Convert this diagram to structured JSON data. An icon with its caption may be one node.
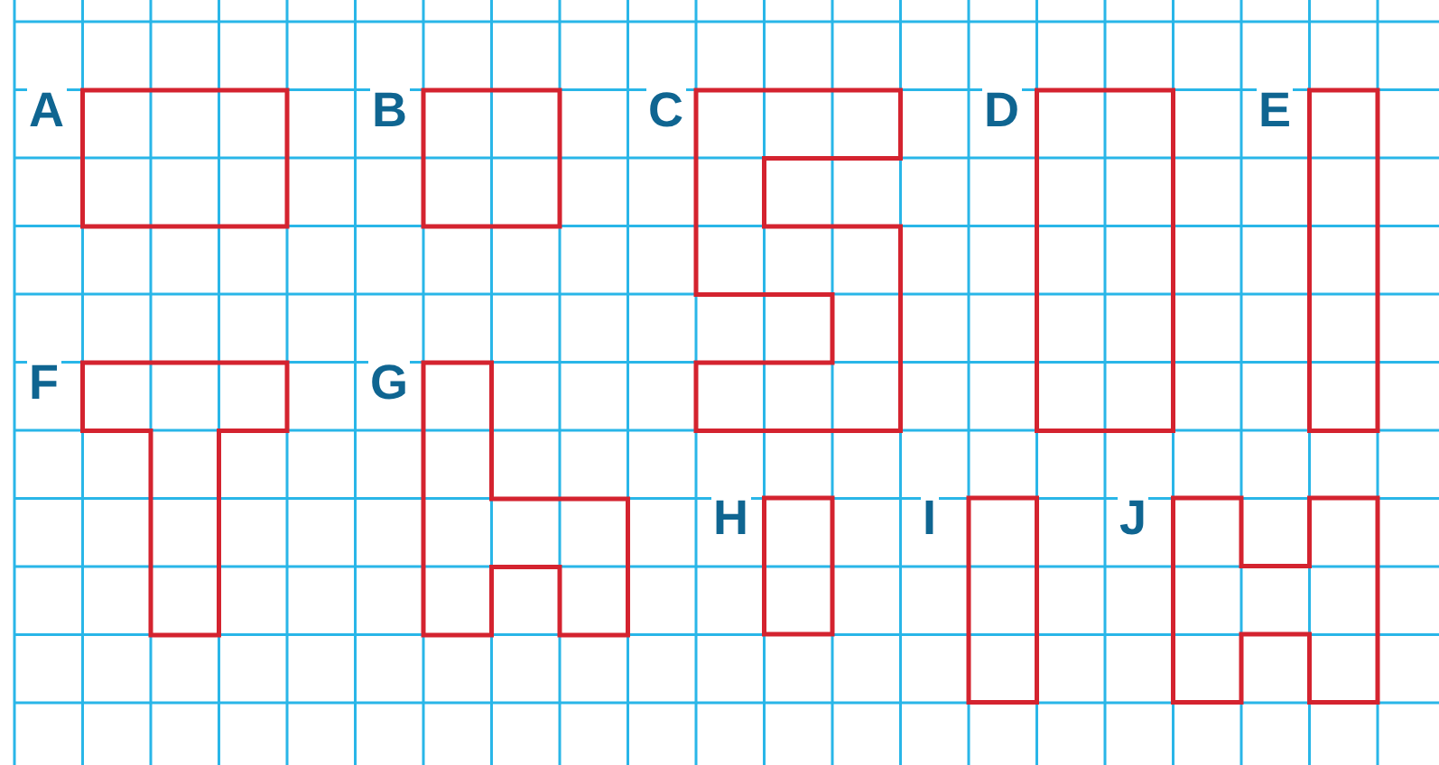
{
  "diagram": {
    "nodes": [
      {
        "text": [
          "A"
        ]
      },
      {
        "text": [
          "B"
        ]
      },
      {
        "text": [
          "C"
        ]
      },
      {
        "text": [
          "D"
        ]
      },
      {
        "text": [
          "E"
        ]
      },
      {
        "text": [
          "F"
        ]
      },
      {
        "text": [
          "G"
        ]
      },
      {
        "text": [
          "H"
        ]
      },
      {
        "text": [
          "I"
        ]
      },
      {
        "text": [
          "J"
        ]
      }
    ]
  }
}
